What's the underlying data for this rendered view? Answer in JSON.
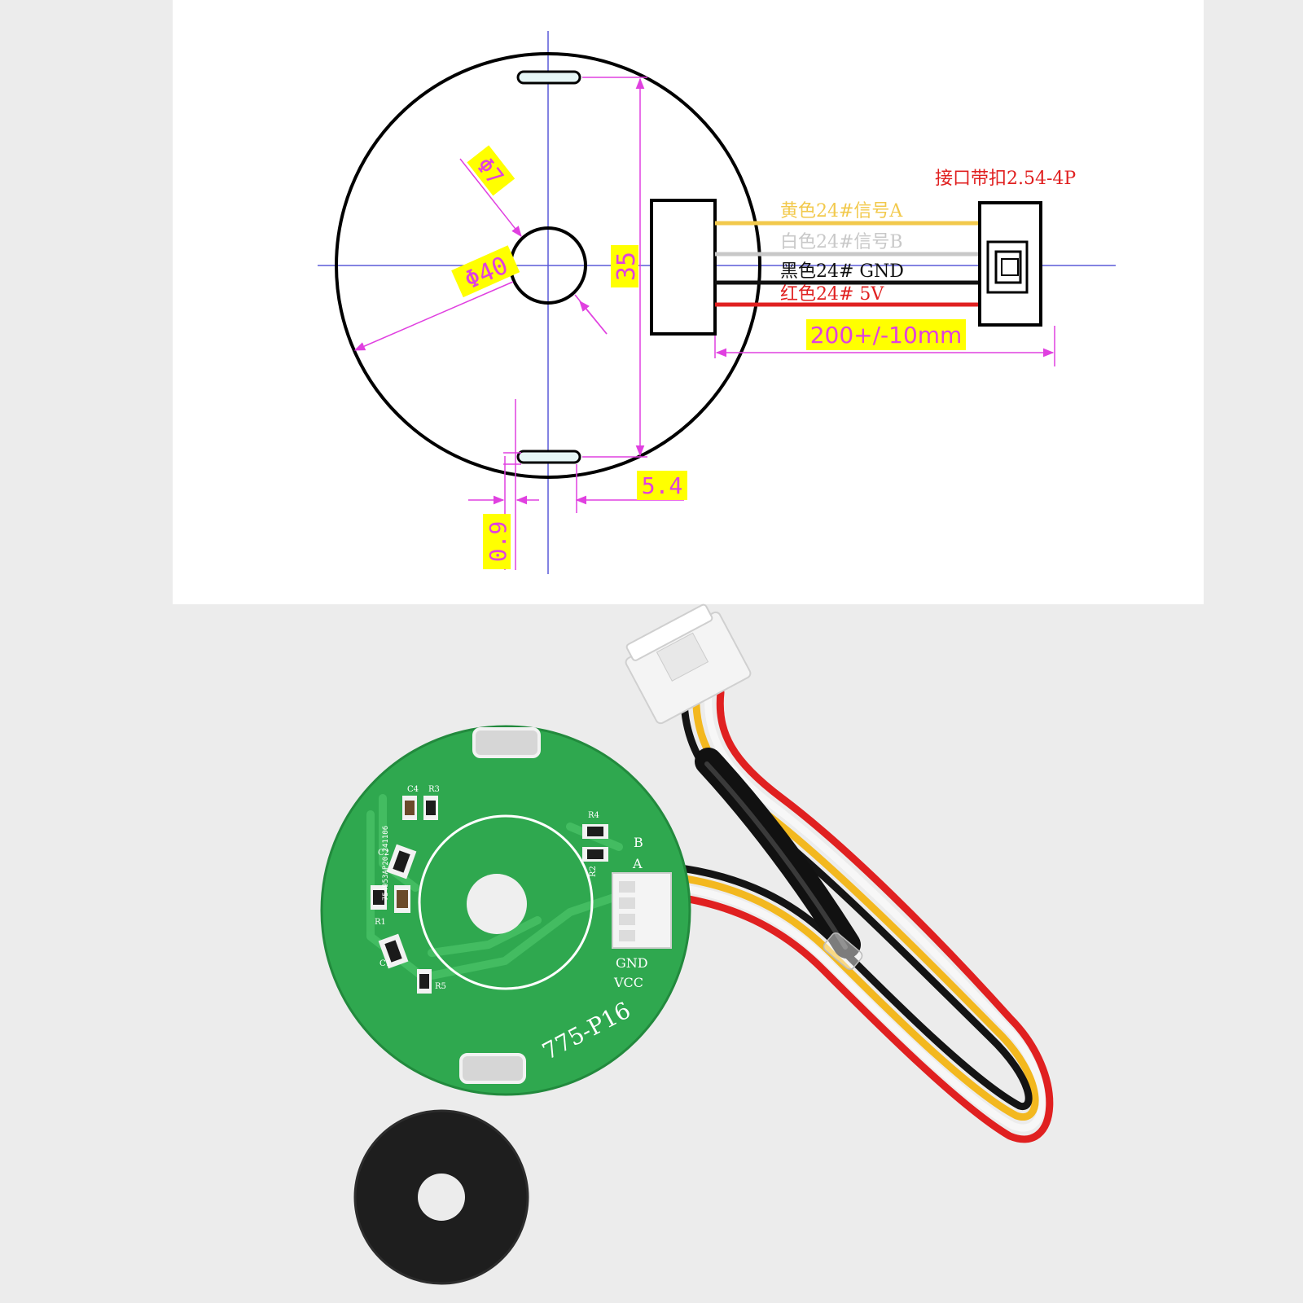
{
  "drawing": {
    "dim_phi7": "Φ7",
    "dim_phi40": "Φ40",
    "dim_35": "35",
    "dim_5_4": "5.4",
    "dim_0_9": "0.9",
    "dim_length": "200+/-10mm",
    "connector_label": "接口带扣2.54-4P",
    "wires": [
      {
        "label": "黄色24#信号A",
        "color": "#f2c94c"
      },
      {
        "label": "白色24#信号B",
        "color": "#c8c8c8"
      },
      {
        "label": "黑色24#  GND",
        "color": "#111111"
      },
      {
        "label": "红色24#  5V",
        "color": "#e02020"
      }
    ],
    "colors": {
      "dimension": "#e040e0",
      "highlight": "#ffff00",
      "centerline": "#5a5ad8",
      "outline": "#000000"
    }
  },
  "photo": {
    "board_model": "775-P16",
    "serial": "754953AP20-241106",
    "pin_labels": {
      "b": "B",
      "a": "A",
      "gnd": "GND",
      "vcc": "VCC"
    },
    "components": [
      "R4",
      "R2",
      "R3",
      "C4",
      "C2",
      "R1",
      "C1",
      "R5"
    ],
    "colors": {
      "pcb": "#2fa84f",
      "silk": "#ffffff",
      "magnet": "#1e1e1e"
    }
  }
}
